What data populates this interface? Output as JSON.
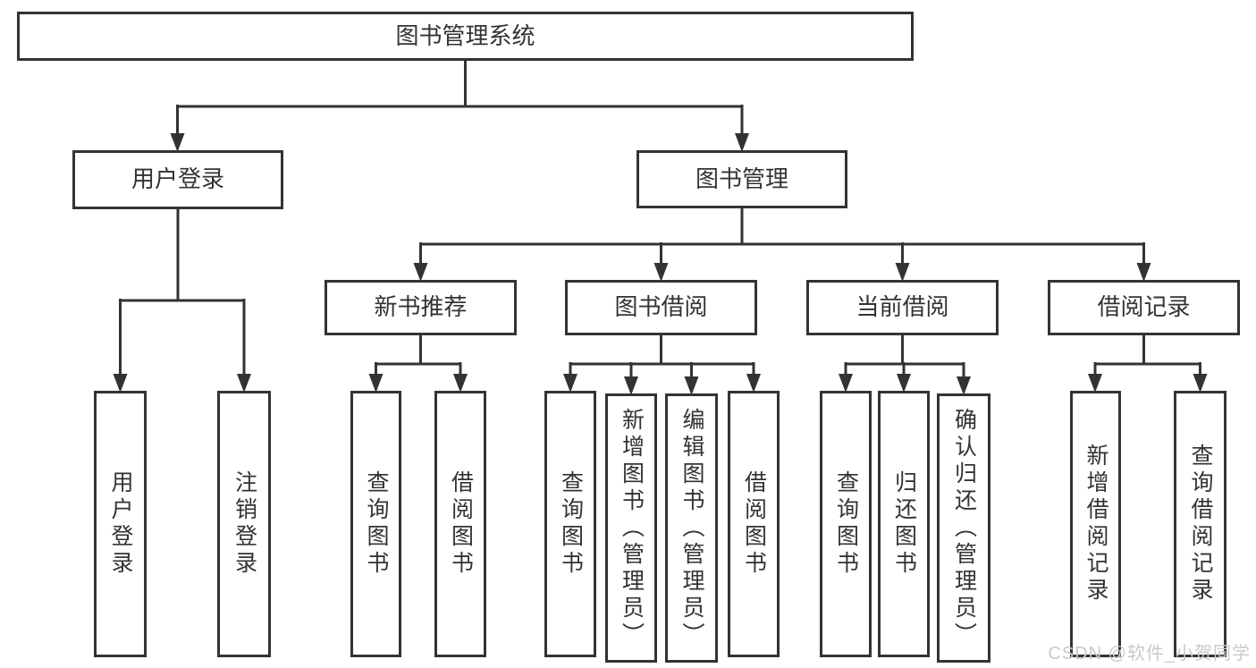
{
  "colors": {
    "line": "#333333",
    "text": "#333333",
    "watermark": "#c9c9c9",
    "box_fill": "#ffffff",
    "background": "#ffffff"
  },
  "tree": {
    "root": {
      "label": "图书管理系统"
    },
    "branches": [
      {
        "label": "用户登录",
        "children": [
          {
            "label": "用户登录"
          },
          {
            "label": "注销登录"
          }
        ]
      },
      {
        "label": "图书管理",
        "children": [
          {
            "label": "新书推荐",
            "children": [
              {
                "label": "查询图书"
              },
              {
                "label": "借阅图书"
              }
            ]
          },
          {
            "label": "图书借阅",
            "children": [
              {
                "label": "查询图书"
              },
              {
                "label": "新增图书（管理员）"
              },
              {
                "label": "编辑图书（管理员）"
              },
              {
                "label": "借阅图书"
              }
            ]
          },
          {
            "label": "当前借阅",
            "children": [
              {
                "label": "查询图书"
              },
              {
                "label": "归还图书"
              },
              {
                "label": "确认归还（管理员）"
              }
            ]
          },
          {
            "label": "借阅记录",
            "children": [
              {
                "label": "新增借阅记录"
              },
              {
                "label": "查询借阅记录"
              }
            ]
          }
        ]
      }
    ]
  },
  "watermark": {
    "text": "CSDN @软件_小贺同学"
  }
}
